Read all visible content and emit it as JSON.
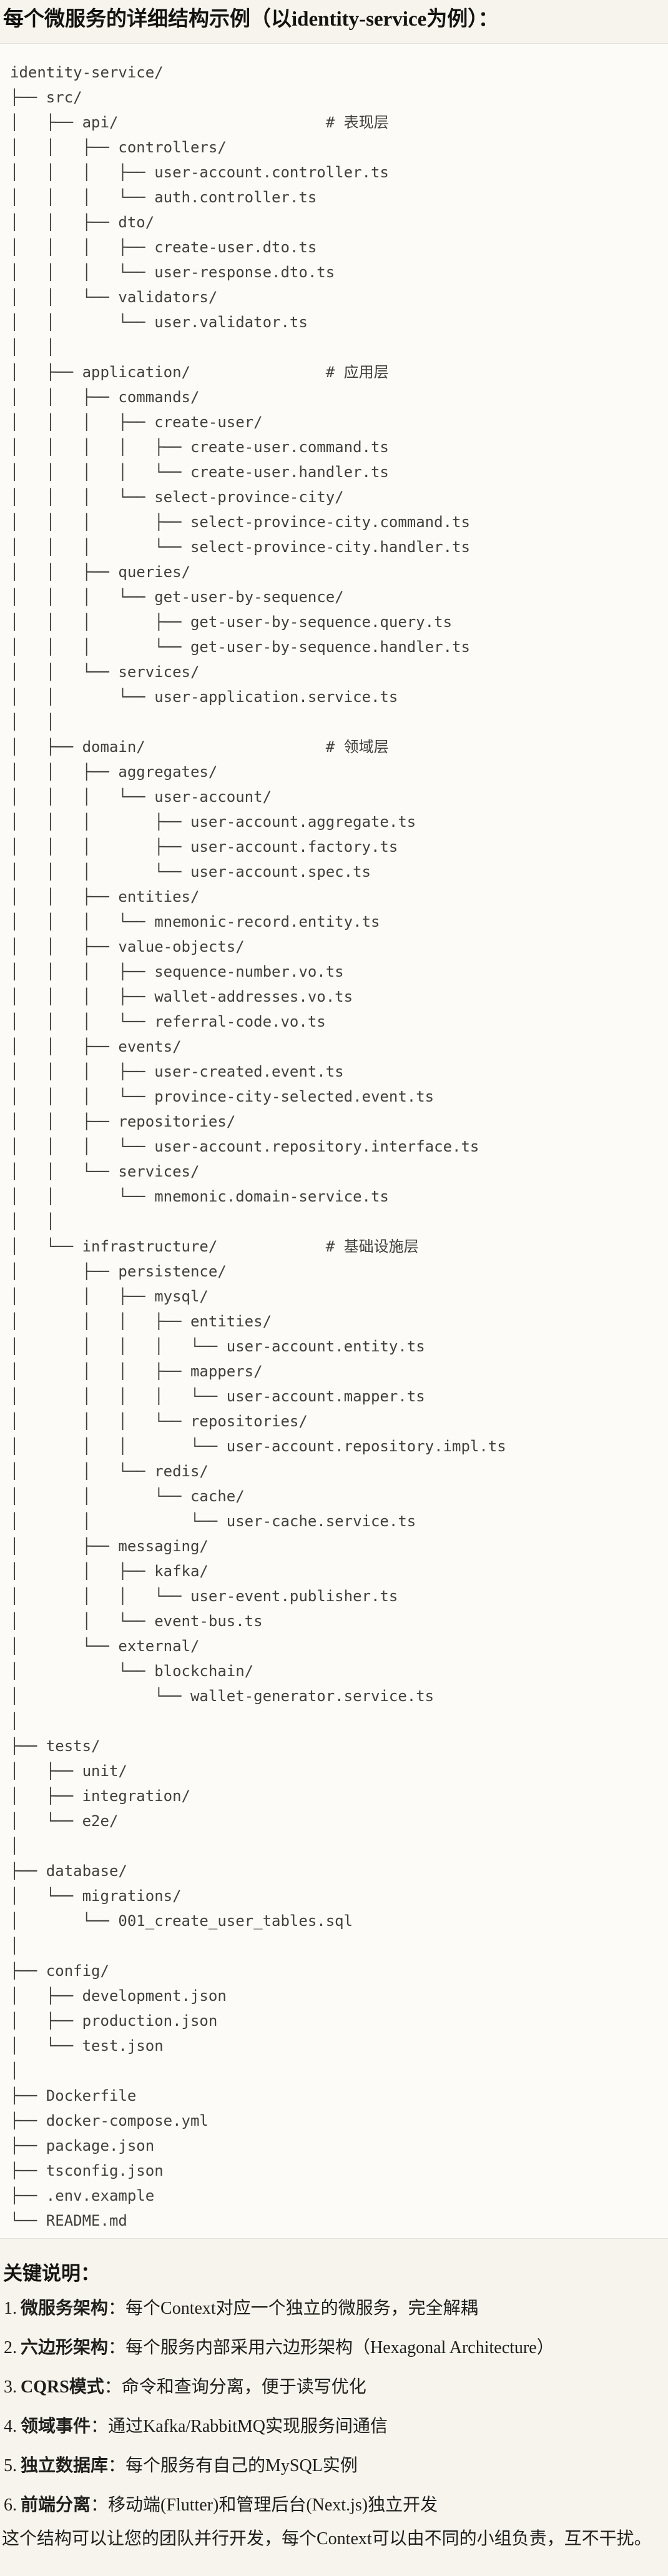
{
  "page": {
    "title": "每个微服务的详细结构示例（以identity-service为例）：",
    "background_color": "#f6f4ed"
  },
  "code_block": {
    "background_color": "#fcfbf8",
    "border_color": "#e2e0d8",
    "text_color": "#41403b",
    "tree_lines": [
      "identity-service/",
      "├── src/",
      "│   ├── api/                       # 表现层",
      "│   │   ├── controllers/",
      "│   │   │   ├── user-account.controller.ts",
      "│   │   │   └── auth.controller.ts",
      "│   │   ├── dto/",
      "│   │   │   ├── create-user.dto.ts",
      "│   │   │   └── user-response.dto.ts",
      "│   │   └── validators/",
      "│   │       └── user.validator.ts",
      "│   │",
      "│   ├── application/               # 应用层",
      "│   │   ├── commands/",
      "│   │   │   ├── create-user/",
      "│   │   │   │   ├── create-user.command.ts",
      "│   │   │   │   └── create-user.handler.ts",
      "│   │   │   └── select-province-city/",
      "│   │   │       ├── select-province-city.command.ts",
      "│   │   │       └── select-province-city.handler.ts",
      "│   │   ├── queries/",
      "│   │   │   └── get-user-by-sequence/",
      "│   │   │       ├── get-user-by-sequence.query.ts",
      "│   │   │       └── get-user-by-sequence.handler.ts",
      "│   │   └── services/",
      "│   │       └── user-application.service.ts",
      "│   │",
      "│   ├── domain/                    # 领域层",
      "│   │   ├── aggregates/",
      "│   │   │   └── user-account/",
      "│   │   │       ├── user-account.aggregate.ts",
      "│   │   │       ├── user-account.factory.ts",
      "│   │   │       └── user-account.spec.ts",
      "│   │   ├── entities/",
      "│   │   │   └── mnemonic-record.entity.ts",
      "│   │   ├── value-objects/",
      "│   │   │   ├── sequence-number.vo.ts",
      "│   │   │   ├── wallet-addresses.vo.ts",
      "│   │   │   └── referral-code.vo.ts",
      "│   │   ├── events/",
      "│   │   │   ├── user-created.event.ts",
      "│   │   │   └── province-city-selected.event.ts",
      "│   │   ├── repositories/",
      "│   │   │   └── user-account.repository.interface.ts",
      "│   │   └── services/",
      "│   │       └── mnemonic.domain-service.ts",
      "│   │",
      "│   └── infrastructure/            # 基础设施层",
      "│       ├── persistence/",
      "│       │   ├── mysql/",
      "│       │   │   ├── entities/",
      "│       │   │   │   └── user-account.entity.ts",
      "│       │   │   ├── mappers/",
      "│       │   │   │   └── user-account.mapper.ts",
      "│       │   │   └── repositories/",
      "│       │   │       └── user-account.repository.impl.ts",
      "│       │   └── redis/",
      "│       │       └── cache/",
      "│       │           └── user-cache.service.ts",
      "│       ├── messaging/",
      "│       │   ├── kafka/",
      "│       │   │   └── user-event.publisher.ts",
      "│       │   └── event-bus.ts",
      "│       └── external/",
      "│           └── blockchain/",
      "│               └── wallet-generator.service.ts",
      "│",
      "├── tests/",
      "│   ├── unit/",
      "│   ├── integration/",
      "│   └── e2e/",
      "│",
      "├── database/",
      "│   └── migrations/",
      "│       └── 001_create_user_tables.sql",
      "│",
      "├── config/",
      "│   ├── development.json",
      "│   ├── production.json",
      "│   └── test.json",
      "│",
      "├── Dockerfile",
      "├── docker-compose.yml",
      "├── package.json",
      "├── tsconfig.json",
      "├── .env.example",
      "└── README.md"
    ]
  },
  "notes": {
    "heading": "关键说明：",
    "items": [
      {
        "num": "1.",
        "term": "微服务架构",
        "sep": "：",
        "desc": "每个Context对应一个独立的微服务，完全解耦"
      },
      {
        "num": "2.",
        "term": "六边形架构",
        "sep": "：",
        "desc": "每个服务内部采用六边形架构（Hexagonal Architecture）"
      },
      {
        "num": "3.",
        "term": "CQRS模式",
        "sep": "：",
        "desc": "命令和查询分离，便于读写优化"
      },
      {
        "num": "4.",
        "term": "领域事件",
        "sep": "：",
        "desc": "通过Kafka/RabbitMQ实现服务间通信"
      },
      {
        "num": "5.",
        "term": "独立数据库",
        "sep": "：",
        "desc": "每个服务有自己的MySQL实例"
      },
      {
        "num": "6.",
        "term": "前端分离",
        "sep": "：",
        "desc": "移动端(Flutter)和管理后台(Next.js)独立开发"
      }
    ],
    "footer": "这个结构可以让您的团队并行开发，每个Context可以由不同的小组负责，互不干扰。"
  }
}
